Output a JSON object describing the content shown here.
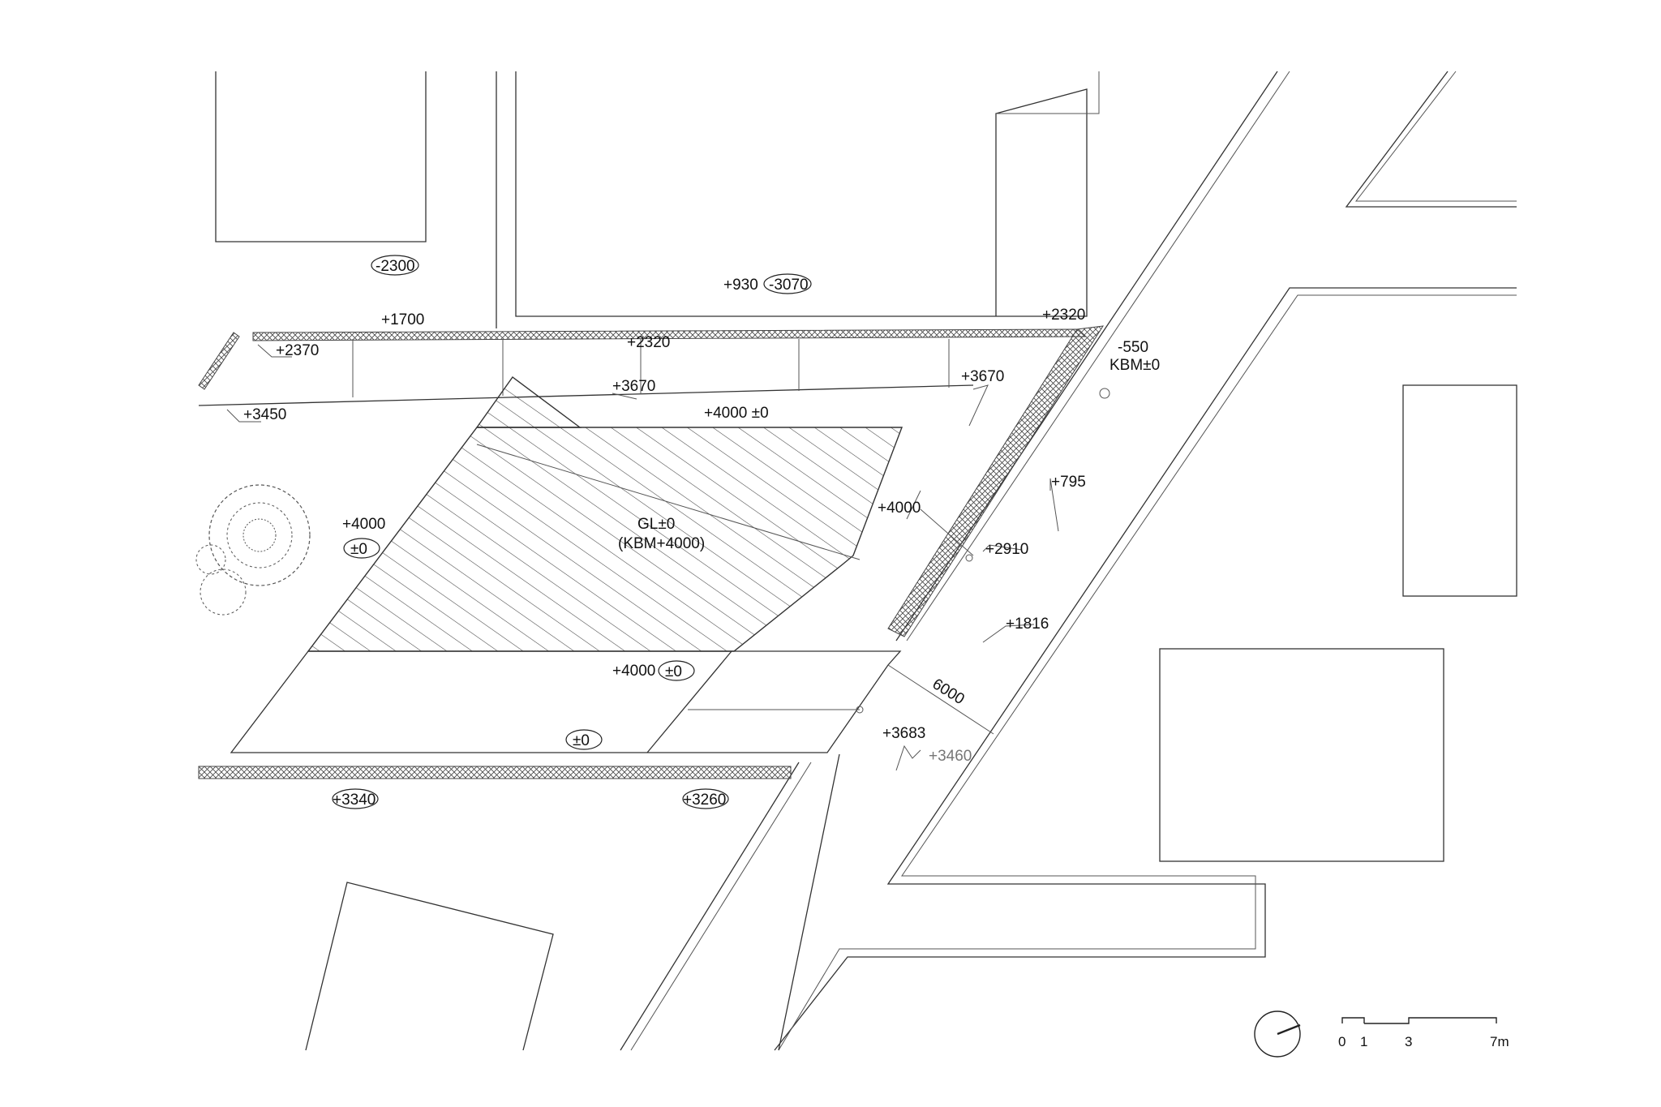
{
  "drawing": {
    "labels": {
      "l_m2300": "-2300",
      "l_930": "+930",
      "l_m3070": "-3070",
      "l_1700": "+1700",
      "l_2370": "+2370",
      "l_2320a": "+2320",
      "l_2320b": "+2320",
      "l_m550": "-550",
      "l_kbm0": "KBM±0",
      "l_3670a": "+3670",
      "l_3670b": "+3670",
      "l_3450": "+3450",
      "l_4000pm0": "+4000 ±0",
      "l_gl": "GL±0",
      "l_kbm4000": "(KBM+4000)",
      "l_4000a": "+4000",
      "l_pm0a": "±0",
      "l_4000b": "+4000",
      "l_795": "+795",
      "l_2910": "+2910",
      "l_1816": "+1816",
      "l_4000c": "+4000",
      "l_pm0b": "±0",
      "l_6000": "6000",
      "l_pm0c": "±0",
      "l_3683": "+3683",
      "l_3460": "+3460",
      "l_3340": "+3340",
      "l_3260": "+3260"
    },
    "scale_bar": {
      "ticks": [
        "0",
        "1",
        "3",
        "7m"
      ]
    },
    "icons": {
      "north": "north-arrow-icon",
      "tree": "tree-icon"
    }
  }
}
